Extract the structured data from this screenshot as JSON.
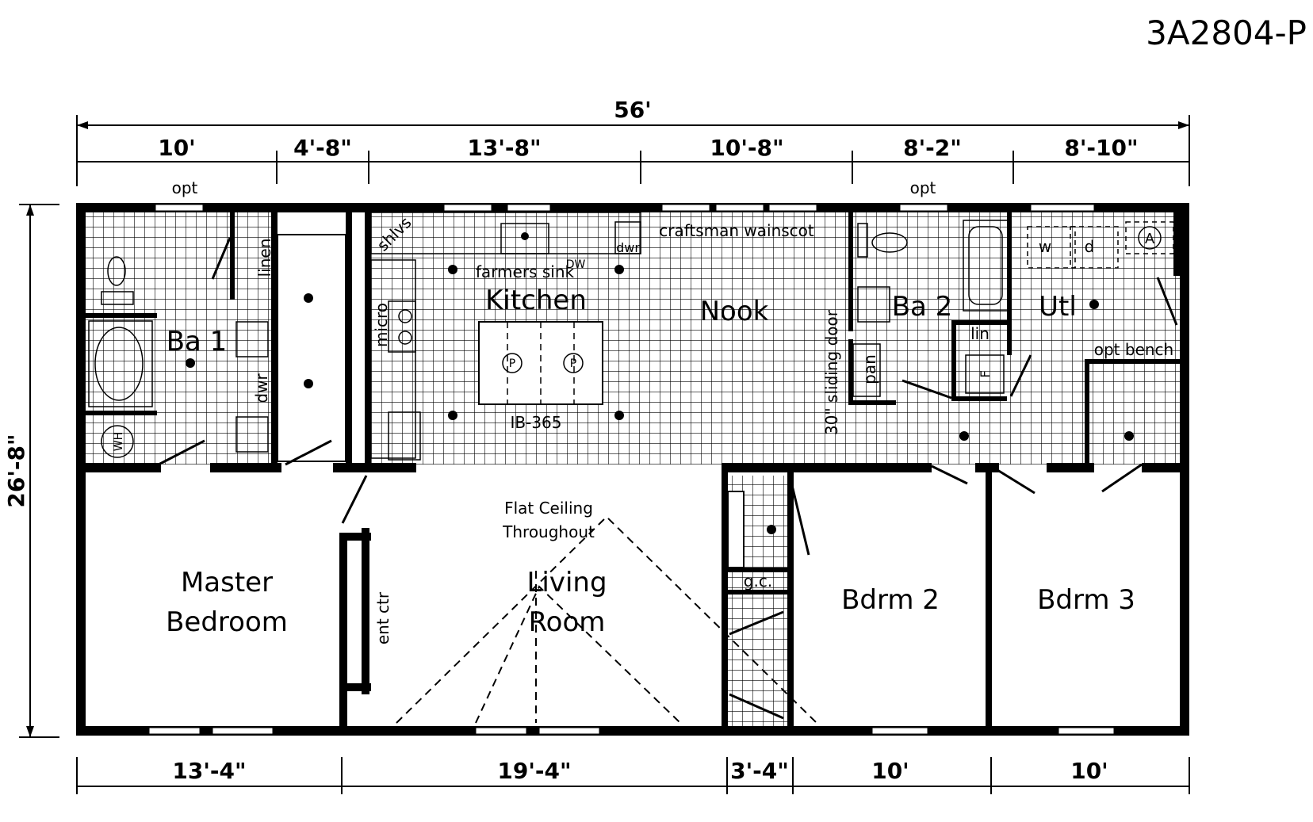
{
  "model": "3A2804-P",
  "dimensions": {
    "overall_width": "56'",
    "overall_depth": "26'-8\"",
    "top": [
      "10'",
      "4'-8\"",
      "13'-8\"",
      "10'-8\"",
      "8'-2\"",
      "8'-10\""
    ],
    "bottom": [
      "13'-4\"",
      "19'-4\"",
      "3'-4\"",
      "10'",
      "10'"
    ],
    "opt_left": "opt",
    "opt_right": "opt"
  },
  "rooms": {
    "master_bedroom_line1": "Master",
    "master_bedroom_line2": "Bedroom",
    "ba1": "Ba 1",
    "kitchen": "Kitchen",
    "nook": "Nook",
    "ba2": "Ba 2",
    "utl": "Utl",
    "living_line1": "Living",
    "living_line2": "Room",
    "bdrm2": "Bdrm 2",
    "bdrm3": "Bdrm 3"
  },
  "labels": {
    "linen": "linen",
    "dwr_bath": "dwr",
    "shlvs": "shlvs",
    "micro": "micro",
    "farmers_sink": "farmers sink",
    "dw": "DW",
    "dwr_kitchen": "dwr",
    "island": "IB-365",
    "wainscot": "craftsman wainscot",
    "sliding_door": "30\" sliding door",
    "pan": "pan",
    "lin": "lin",
    "opt_bench": "opt bench",
    "washer": "w",
    "dryer": "d",
    "water_heater": "WH",
    "furnace": "F",
    "ac": "A",
    "pendant": "P",
    "flat_ceiling_line1": "Flat Ceiling",
    "flat_ceiling_line2": "Throughout",
    "ent_ctr": "ent ctr",
    "gc": "g.c."
  }
}
